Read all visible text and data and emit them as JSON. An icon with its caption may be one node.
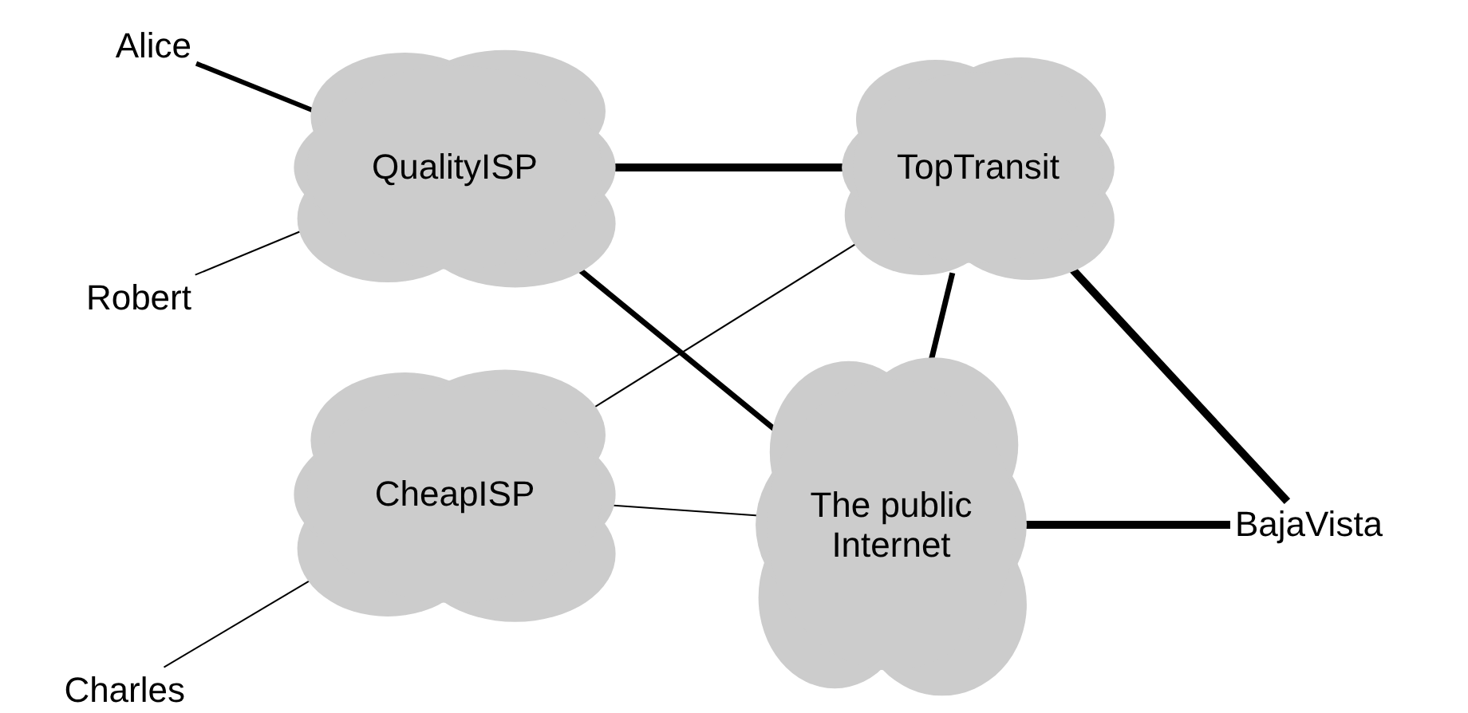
{
  "diagram": {
    "nodes": [
      {
        "text": [
          "Alice"
        ]
      },
      {
        "text": [
          "QualityISP"
        ]
      },
      {
        "text": [
          "TopTransit"
        ]
      },
      {
        "text": [
          "Robert"
        ]
      },
      {
        "text": [
          "CheapISP"
        ]
      },
      {
        "text": [
          "The public Internet"
        ]
      },
      {
        "text": [
          "BajaVista"
        ]
      },
      {
        "text": [
          "Charles"
        ]
      }
    ],
    "edges": [
      {
        "from": 0,
        "to": 1,
        "arrow": "none"
      },
      {
        "from": 3,
        "to": 1,
        "arrow": "none"
      },
      {
        "from": 1,
        "to": 2,
        "arrow": "none"
      },
      {
        "from": 1,
        "to": 5,
        "arrow": "none"
      },
      {
        "from": 2,
        "to": 4,
        "arrow": "none"
      },
      {
        "from": 2,
        "to": 5,
        "arrow": "none"
      },
      {
        "from": 2,
        "to": 6,
        "arrow": "none"
      },
      {
        "from": 4,
        "to": 5,
        "arrow": "none"
      },
      {
        "from": 5,
        "to": 6,
        "arrow": "none"
      },
      {
        "from": 7,
        "to": 4,
        "arrow": "none"
      }
    ]
  }
}
